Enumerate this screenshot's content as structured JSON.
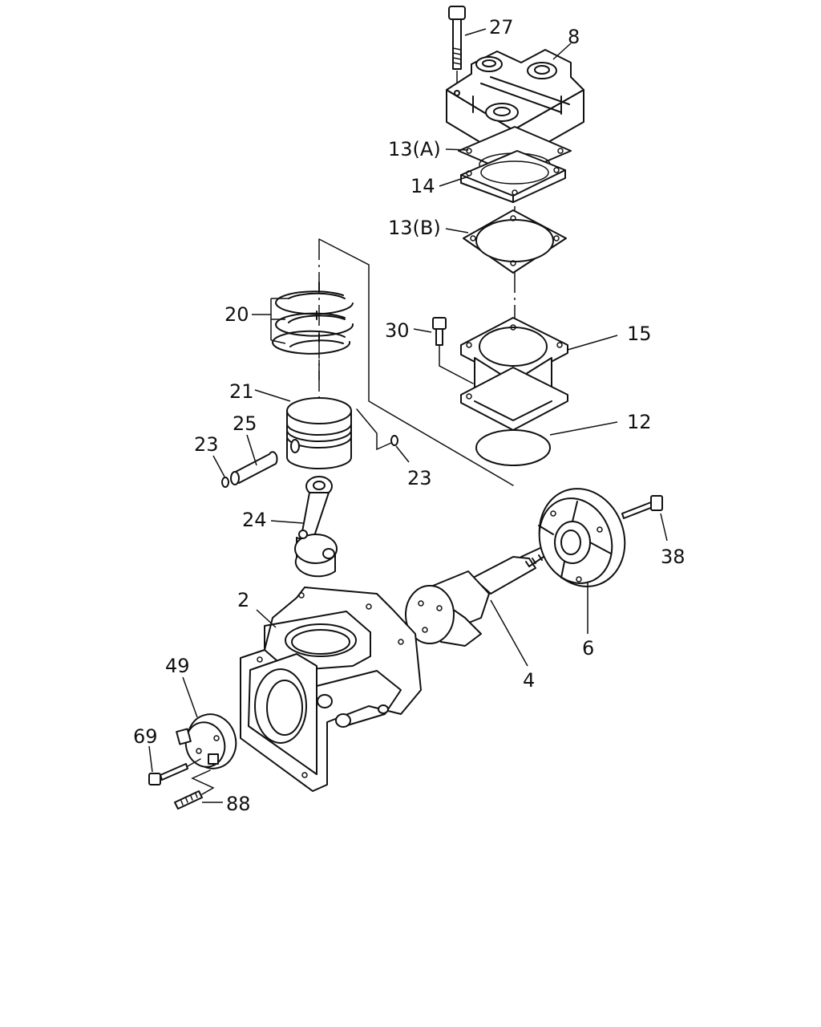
{
  "labels": {
    "l27": "27",
    "l8": "8",
    "l13a": "13(A)",
    "l14": "14",
    "l13b": "13(B)",
    "l20": "20",
    "l30": "30",
    "l15": "15",
    "l21": "21",
    "l12": "12",
    "l25": "25",
    "l23a": "23",
    "l23b": "23",
    "l24": "24",
    "l38": "38",
    "l2": "2",
    "l6": "6",
    "l4": "4",
    "l49": "49",
    "l69": "69",
    "l88": "88"
  }
}
